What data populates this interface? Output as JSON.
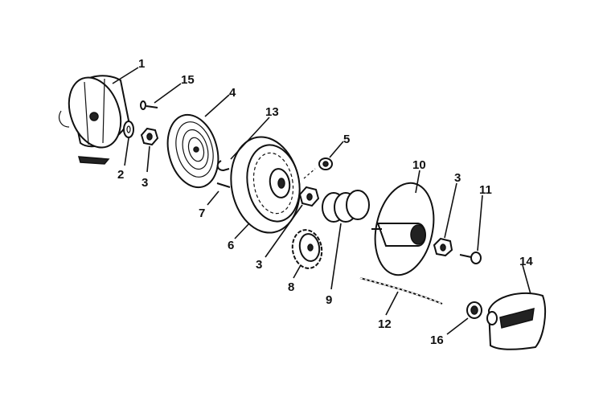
{
  "diagram": {
    "callouts": [
      "1",
      "2",
      "3",
      "4",
      "5",
      "6",
      "7",
      "8",
      "9",
      "10",
      "3",
      "11",
      "12",
      "13",
      "14",
      "15",
      "16",
      "3"
    ]
  },
  "colors": {
    "ink": "#111111",
    "paper": "#ffffff"
  }
}
